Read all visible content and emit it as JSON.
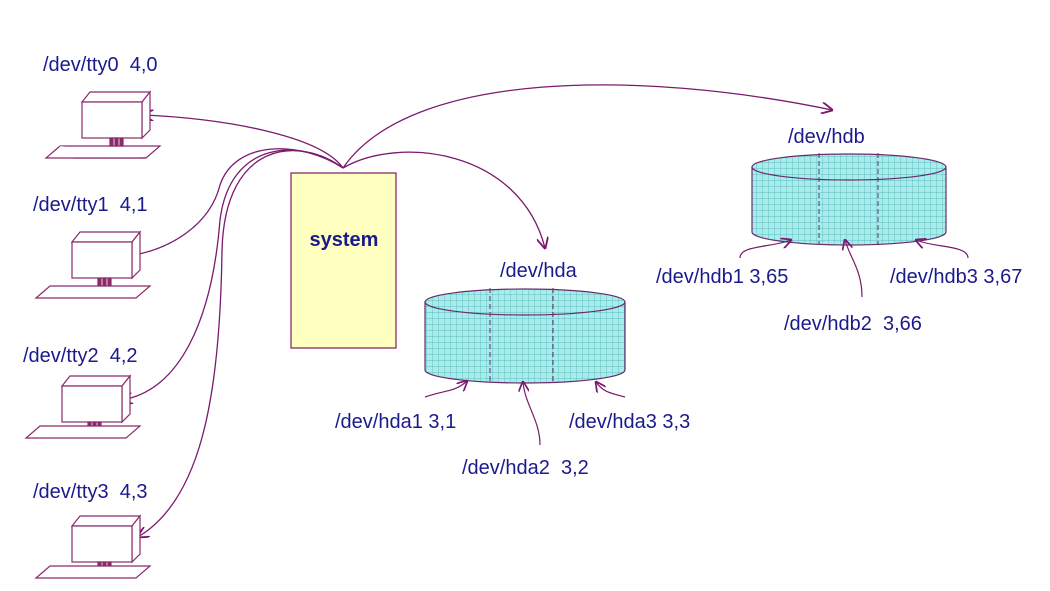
{
  "colors": {
    "text": "#1a1a8c",
    "arrow": "#7a1a6e",
    "system_fill": "#ffffc0",
    "system_stroke": "#8a2a6a",
    "disk_fill": "#a8ecec",
    "disk_grid": "#4ab0b0",
    "disk_stroke": "#6a2a6a",
    "terminal_stroke": "#8a2a6a",
    "terminal_fill": "#ffffff"
  },
  "system": {
    "label": "system"
  },
  "terminals": [
    {
      "label": "/dev/tty0  4,0",
      "icon": "terminal-icon"
    },
    {
      "label": "/dev/tty1  4,1",
      "icon": "terminal-icon"
    },
    {
      "label": "/dev/tty2  4,2",
      "icon": "terminal-icon"
    },
    {
      "label": "/dev/tty3  4,3",
      "icon": "terminal-icon"
    }
  ],
  "disks": {
    "hda": {
      "label": "/dev/hda",
      "icon": "disk-cylinder-icon",
      "partitions": [
        {
          "label": "/dev/hda1 3,1"
        },
        {
          "label": "/dev/hda2  3,2"
        },
        {
          "label": "/dev/hda3 3,3"
        }
      ]
    },
    "hdb": {
      "label": "/dev/hdb",
      "icon": "disk-cylinder-icon",
      "partitions": [
        {
          "label": "/dev/hdb1 3,65"
        },
        {
          "label": "/dev/hdb2  3,66"
        },
        {
          "label": "/dev/hdb3 3,67"
        }
      ]
    }
  }
}
